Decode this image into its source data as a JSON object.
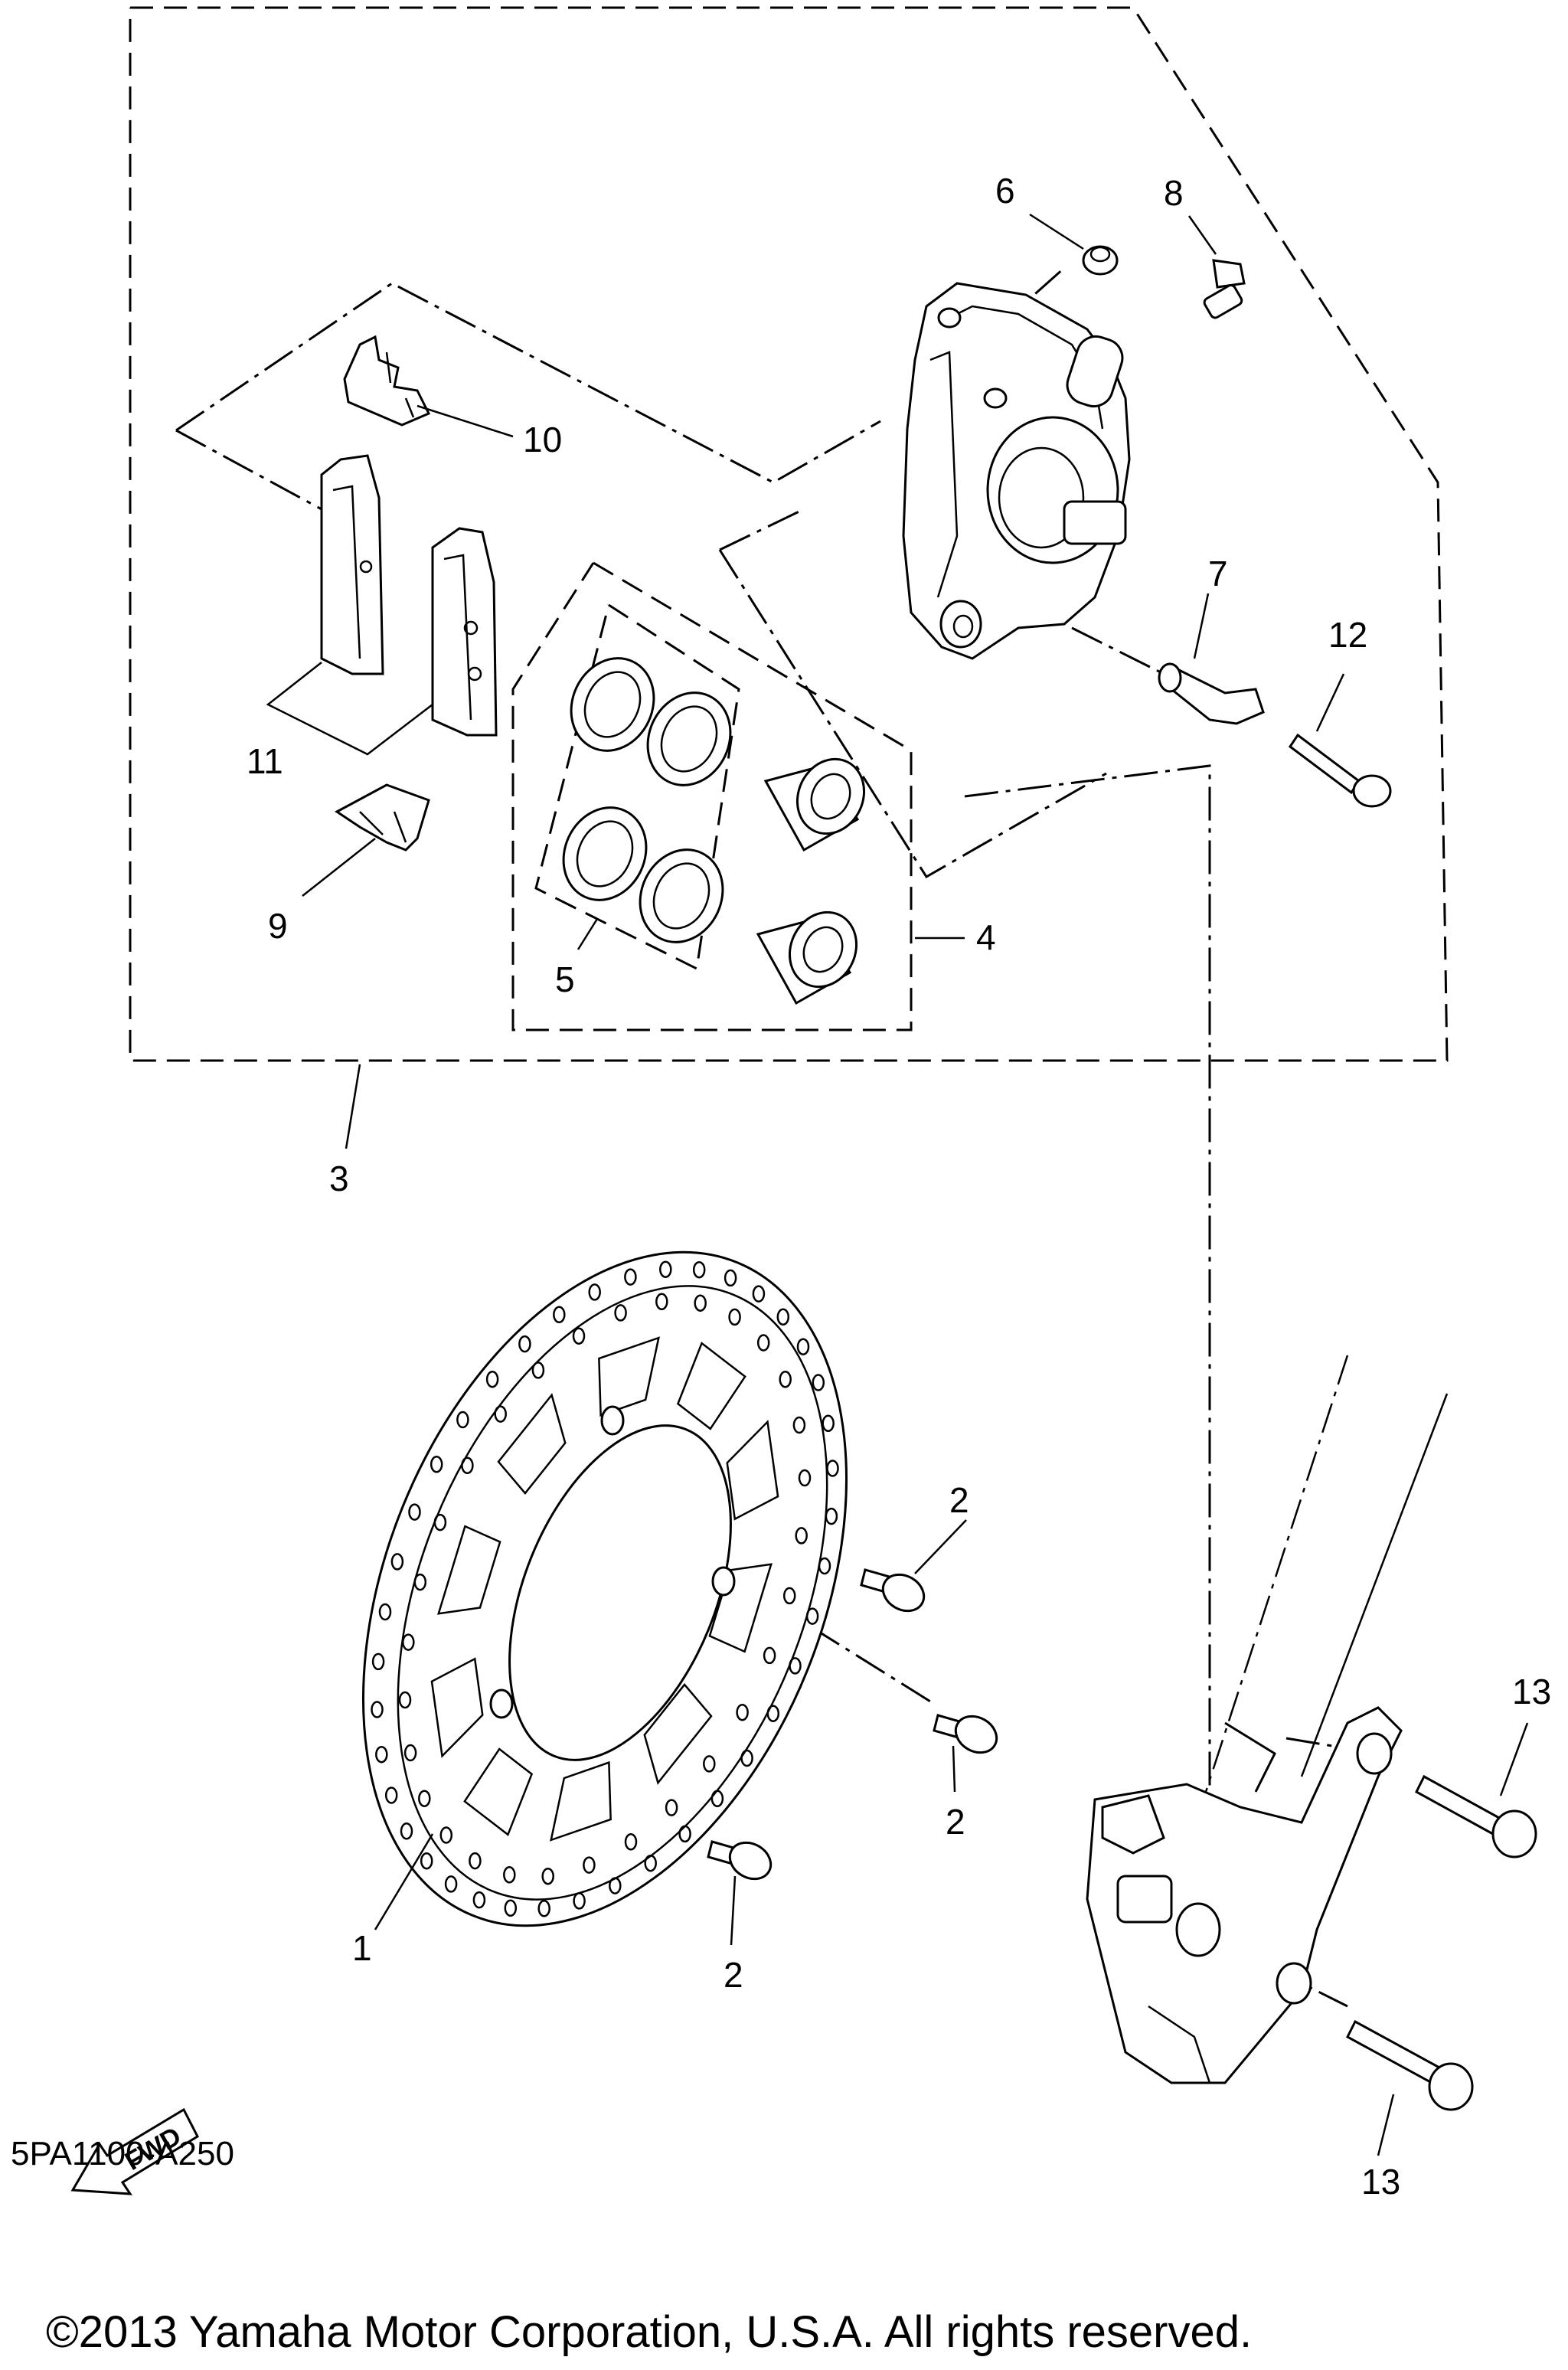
{
  "callouts": [
    "1",
    "2",
    "2",
    "2",
    "3",
    "4",
    "5",
    "6",
    "7",
    "8",
    "9",
    "10",
    "11",
    "12",
    "13",
    "13"
  ],
  "fwd_label": "FWD",
  "diagram_code": "5PA1100-A250",
  "copyright": "©2013 Yamaha Motor Corporation, U.S.A. All rights reserved."
}
